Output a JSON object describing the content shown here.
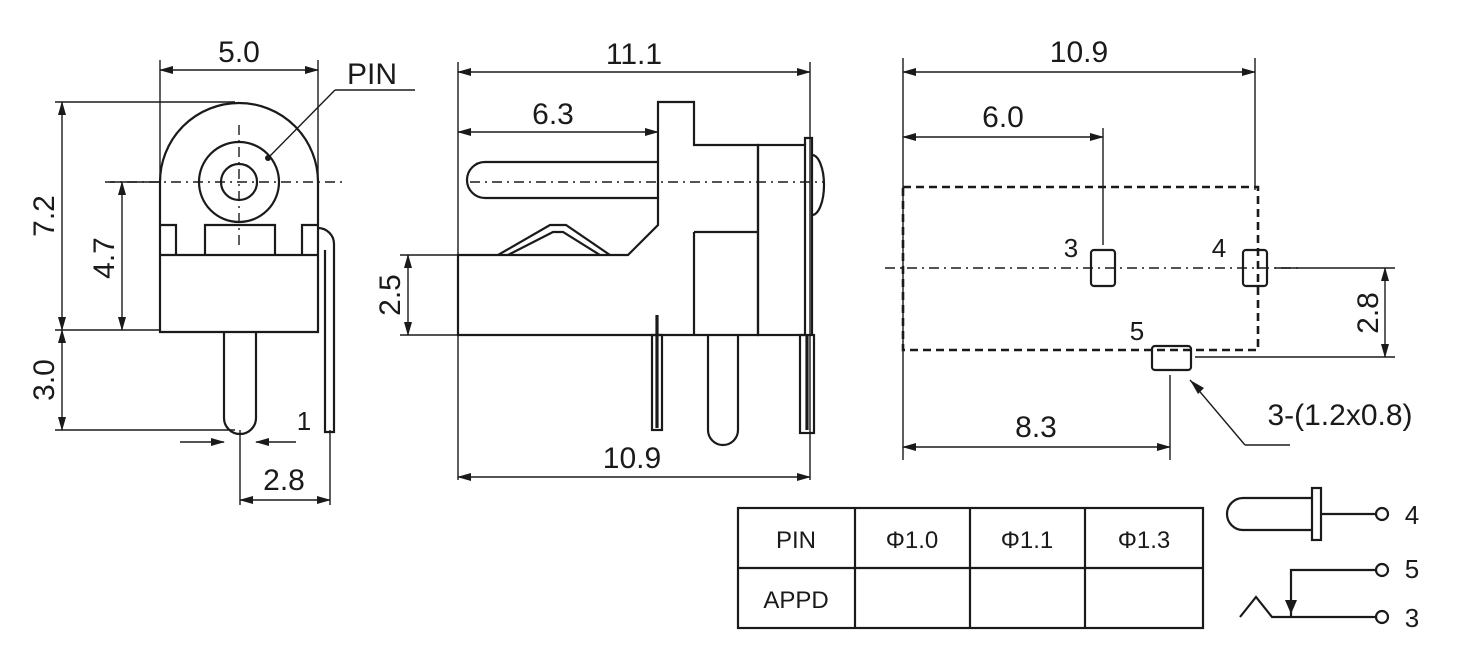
{
  "views": {
    "front": {
      "dim_width_top": "5.0",
      "dim_height_total": "7.2",
      "dim_center_height": "4.7",
      "dim_pin_length": "3.0",
      "dim_pin_offset": "2.8",
      "label_pin": "PIN",
      "pin_number": "1"
    },
    "side": {
      "dim_length_total": "11.1",
      "dim_pin_depth": "6.3",
      "dim_body_height": "2.5",
      "dim_length_bottom": "10.9"
    },
    "footprint": {
      "dim_length_total": "10.9",
      "dim_pad3_offset": "6.0",
      "dim_pad5_offset": "8.3",
      "dim_row_spacing": "2.8",
      "pad_3": "3",
      "pad_4": "4",
      "pad_5": "5",
      "pad_spec": "3-(1.2x0.8)"
    }
  },
  "table": {
    "row1": [
      "PIN",
      "Φ1.0",
      "Φ1.1",
      "Φ1.3"
    ],
    "row2": [
      "APPD",
      "",
      "",
      ""
    ]
  },
  "schematic": {
    "terminal_4": "4",
    "terminal_5": "5",
    "terminal_3": "3"
  }
}
